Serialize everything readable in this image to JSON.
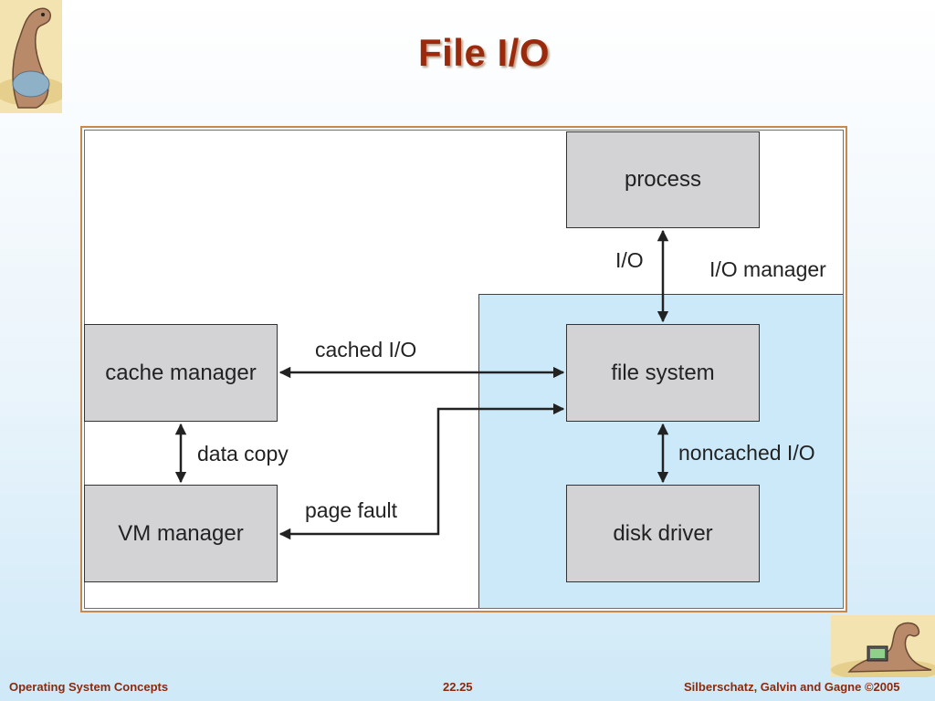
{
  "slide": {
    "title": "File I/O",
    "footer": {
      "left": "Operating System Concepts",
      "center": "22.25",
      "right": "Silberschatz, Galvin and Gagne ©2005"
    }
  },
  "diagram": {
    "region_label": "I/O manager",
    "nodes": {
      "process": "process",
      "file_system": "file system",
      "disk_driver": "disk driver",
      "cache_manager": "cache manager",
      "vm_manager": "VM manager"
    },
    "edges": {
      "io": "I/O",
      "cached_io": "cached I/O",
      "data_copy": "data copy",
      "noncached_io": "noncached I/O",
      "page_fault": "page fault"
    }
  },
  "colors": {
    "title": "#9b2a0c",
    "region_fill": "#cce9fa",
    "node_fill": "#d3d3d5",
    "frame_border": "#c9884b"
  }
}
